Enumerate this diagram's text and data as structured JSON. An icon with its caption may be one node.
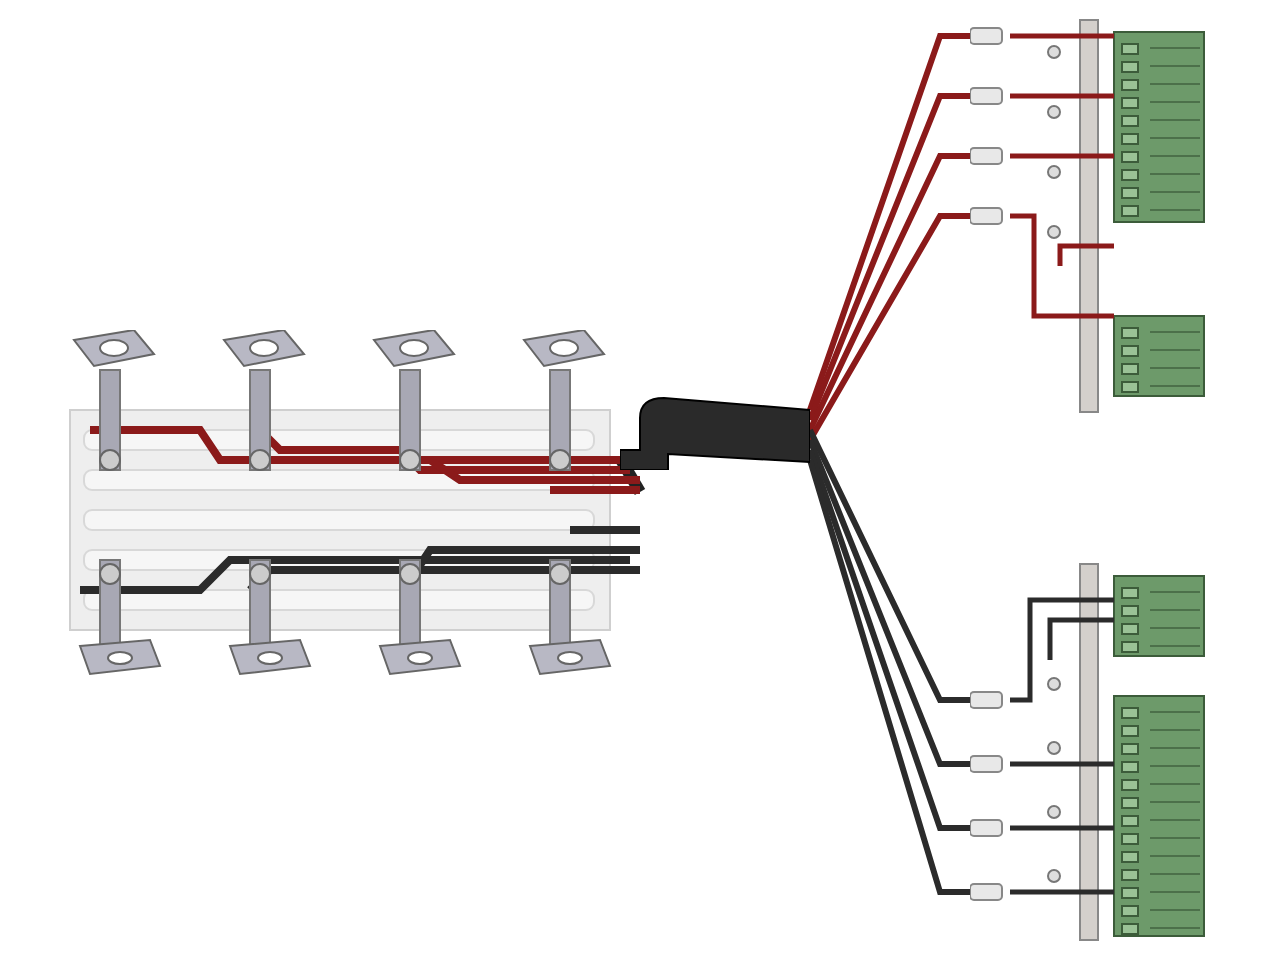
{
  "diagram": {
    "nodes": [
      {
        "text": [],
        "shape": "picture"
      },
      {
        "text": [],
        "shape": "bar"
      },
      {
        "text": [],
        "shape": "picture"
      },
      {
        "text": [],
        "shape": "picture"
      }
    ],
    "edges": [
      {
        "from": 0,
        "to": 1,
        "arrow": "none",
        "style": "thick",
        "color": "#222222"
      },
      {
        "from": 1,
        "to": 2,
        "arrow": "none",
        "color": "#8b1a1a"
      },
      {
        "from": 1,
        "to": 2,
        "arrow": "none",
        "color": "#8b1a1a"
      },
      {
        "from": 1,
        "to": 2,
        "arrow": "none",
        "color": "#8b1a1a"
      },
      {
        "from": 1,
        "to": 2,
        "arrow": "none",
        "color": "#8b1a1a"
      },
      {
        "from": 1,
        "to": 3,
        "arrow": "none",
        "color": "#2b2b2b"
      },
      {
        "from": 1,
        "to": 3,
        "arrow": "none",
        "color": "#2b2b2b"
      },
      {
        "from": 1,
        "to": 3,
        "arrow": "none",
        "color": "#2b2b2b"
      },
      {
        "from": 1,
        "to": 3,
        "arrow": "none",
        "color": "#2b2b2b"
      }
    ]
  }
}
